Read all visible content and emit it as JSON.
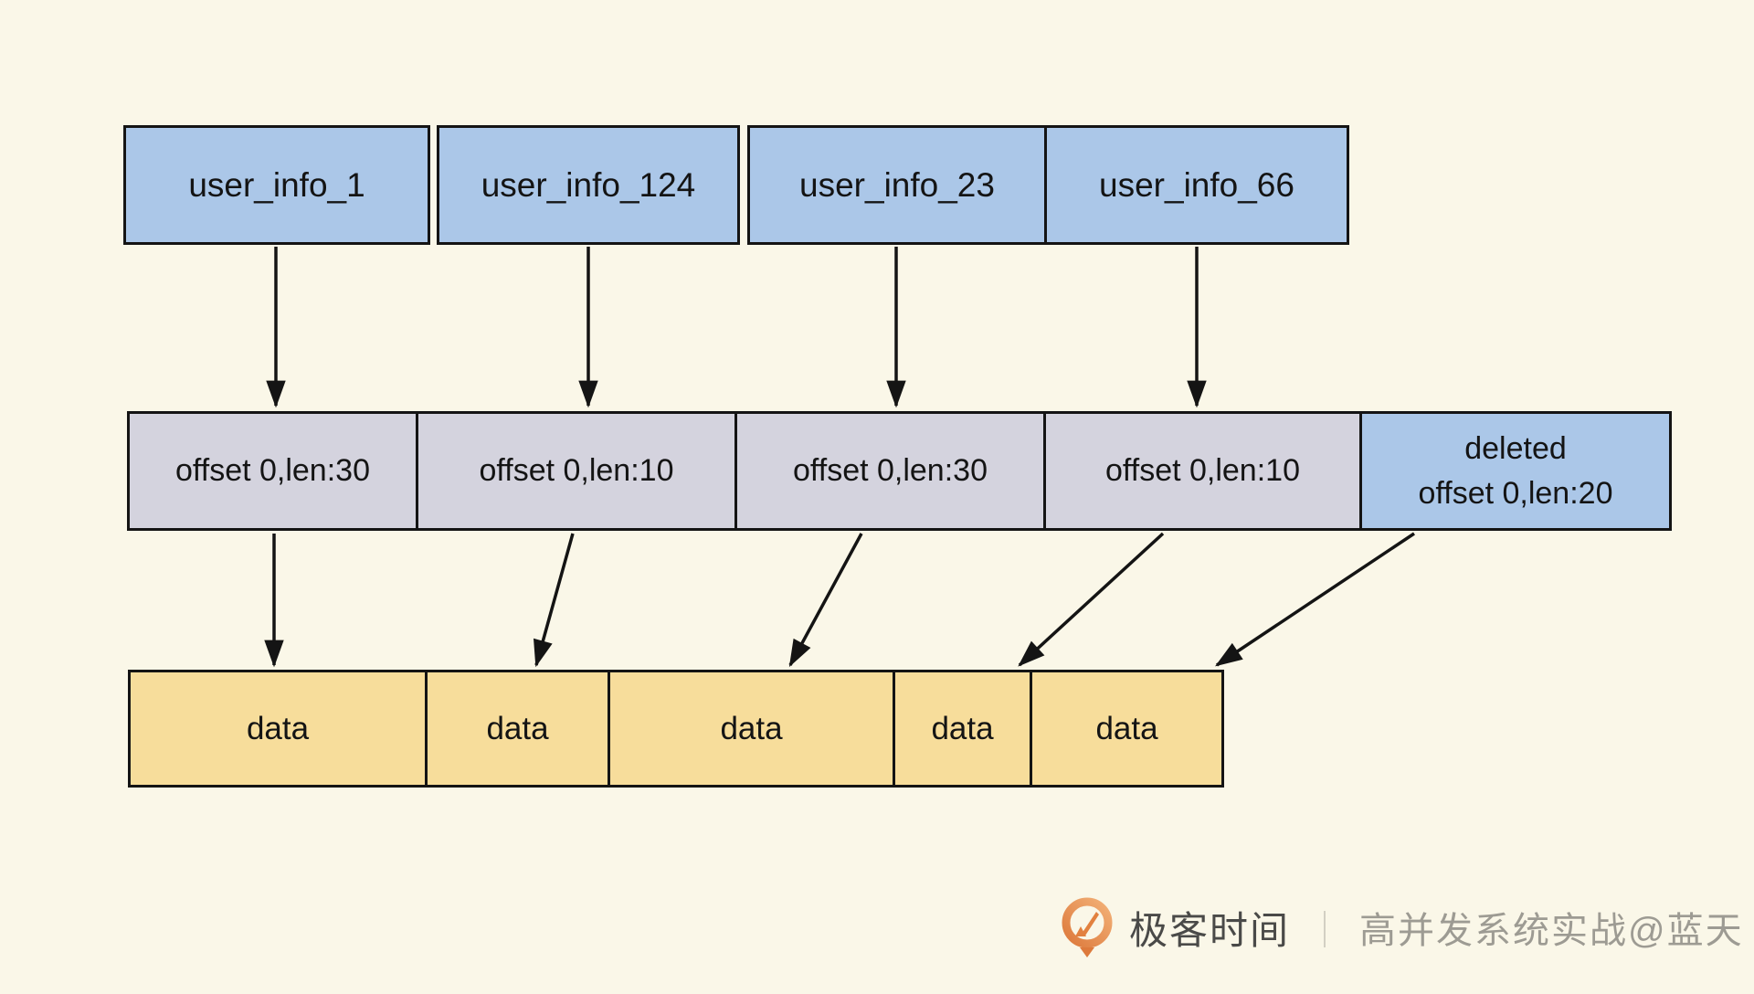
{
  "diagram": {
    "top_row": [
      {
        "label": "user_info_1"
      },
      {
        "label": "user_info_124"
      },
      {
        "label": "user_info_23"
      },
      {
        "label": "user_info_66"
      }
    ],
    "middle_row": [
      {
        "label": "offset 0,len:30"
      },
      {
        "label": "offset 0,len:10"
      },
      {
        "label": "offset 0,len:30"
      },
      {
        "label": "offset 0,len:10"
      },
      {
        "line1": "deleted",
        "line2": "offset 0,len:20"
      }
    ],
    "bottom_row": [
      {
        "label": "data"
      },
      {
        "label": "data"
      },
      {
        "label": "data"
      },
      {
        "label": "data"
      },
      {
        "label": "data"
      }
    ]
  },
  "colors": {
    "background": "#faf7e8",
    "index_box_blue": "#abc7e8",
    "offset_box_lavender": "#d4d3de",
    "data_box_yellow": "#f7dd9b",
    "border_black": "#141414",
    "logo_orange": "#e2813f"
  },
  "watermark": {
    "brand": "极客时间",
    "separator": "｜",
    "byline": "高并发系统实战@蓝天"
  }
}
